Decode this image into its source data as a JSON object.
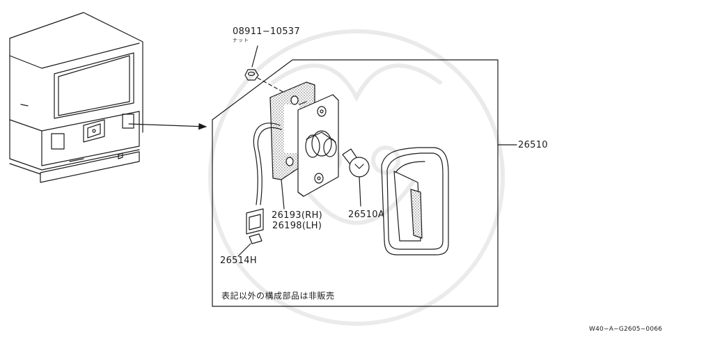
{
  "diagram": {
    "callouts": [
      {
        "id": "08911-10537",
        "text": "08911−10537",
        "sub": "ナット"
      },
      {
        "id": "26510",
        "text": "26510"
      },
      {
        "id": "26193",
        "text": "26193",
        "suffix": "(RH)",
        "highlighted": true
      },
      {
        "id": "26198",
        "text": "26198(LH)"
      },
      {
        "id": "26510A",
        "text": "26510A"
      },
      {
        "id": "26514H",
        "text": "26514H"
      }
    ],
    "note": "表記以外の構成部品は非販売",
    "drawing_code": "W40−A−G2605−0066",
    "colors": {
      "line": "#1a1a1a",
      "highlight": "#a9b4ec",
      "gasket_fill": "#d6d6d6"
    },
    "icons": [
      "van-rear-icon",
      "nut-icon",
      "lamp-base-icon",
      "gasket-icon",
      "bulb-icon",
      "lens-icon",
      "connector-icon"
    ]
  }
}
